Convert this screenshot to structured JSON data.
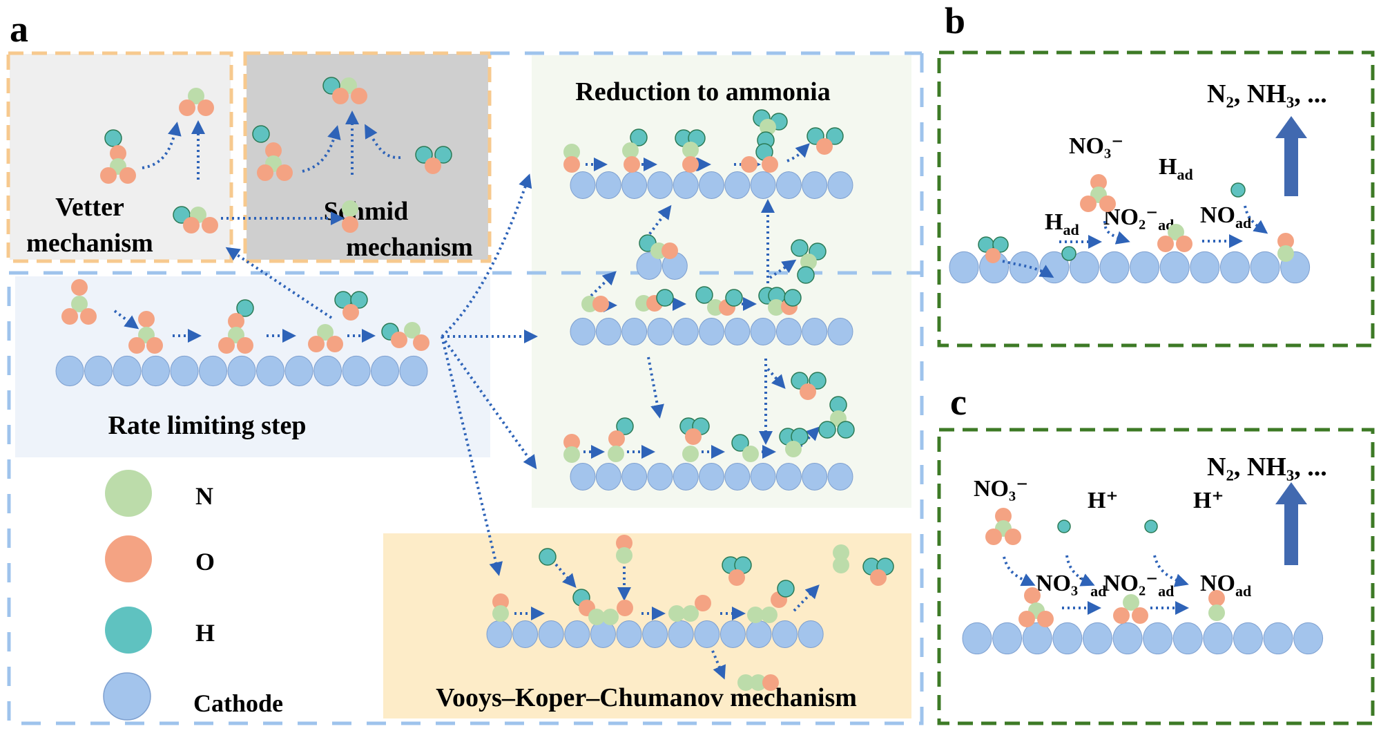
{
  "colors": {
    "N": "#bcdcaa",
    "O": "#f4a383",
    "H": "#5fc2c0",
    "H_stroke": "#2b7a55",
    "cathode": "#a3c4ec",
    "cathode_stroke": "#7d9fcf",
    "arrow": "#2e63b8",
    "big_arrow": "#4169b0",
    "panel_a_border": "#9ec3ec",
    "mech_border": "#f7c98e",
    "bc_border": "#3d7a26",
    "vetter_bg": "#efefef",
    "schmid_bg": "#cfcfcf",
    "rate_bg": "#eef3fa",
    "reduction_bg": "#f4f8f0",
    "vooys_bg": "#fdecc8"
  },
  "panel_a": {
    "letter": "a",
    "vetter": {
      "line1": "Vetter",
      "line2": "mechanism"
    },
    "schmid": {
      "line1": "Schmid",
      "line2": "mechanism"
    },
    "rate_limiting": "Rate limiting step",
    "reduction": "Reduction to ammonia",
    "vooys": "Vooys–Koper–Chumanov mechanism",
    "legend": [
      {
        "element": "N",
        "label": "N"
      },
      {
        "element": "O",
        "label": "O"
      },
      {
        "element": "H",
        "label": "H"
      },
      {
        "element": "cathode",
        "label": "Cathode"
      }
    ]
  },
  "panel_b": {
    "letter": "b",
    "products": "N₂, NH₃, ...",
    "labels": {
      "no3": "NO₃⁻",
      "h_ad_1": "H",
      "h_ad_1_sub": "ad",
      "h_ad_2": "H",
      "h_ad_2_sub": "ad",
      "no2_ad": "NO₂⁻",
      "no2_ad_sub": "ad",
      "no_ad": "NO",
      "no_ad_sub": "ad"
    }
  },
  "panel_c": {
    "letter": "c",
    "products": "N₂, NH₃, ...",
    "labels": {
      "no3": "NO₃⁻",
      "h_plus_1": "H⁺",
      "h_plus_2": "H⁺",
      "no3_ad": "NO₃⁻",
      "no3_ad_sub": "ad",
      "no2_ad": "NO₂⁻",
      "no2_ad_sub": "ad",
      "no_ad": "NO",
      "no_ad_sub": "ad"
    }
  }
}
